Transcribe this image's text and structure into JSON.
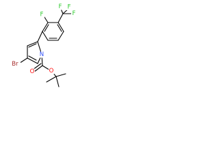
{
  "atoms": {
    "F_top_left": "F",
    "F_top_center": "F",
    "F_top_right": "F",
    "F_ortho": "F",
    "Br": "Br",
    "N": "N",
    "O_ester": "O",
    "O_carbonyl": "O"
  },
  "colors": {
    "fluorine": "#33cc33",
    "bromine": "#a52a2a",
    "nitrogen": "#3050f8",
    "oxygen": "#ff0d0d",
    "bond": "#000000"
  }
}
